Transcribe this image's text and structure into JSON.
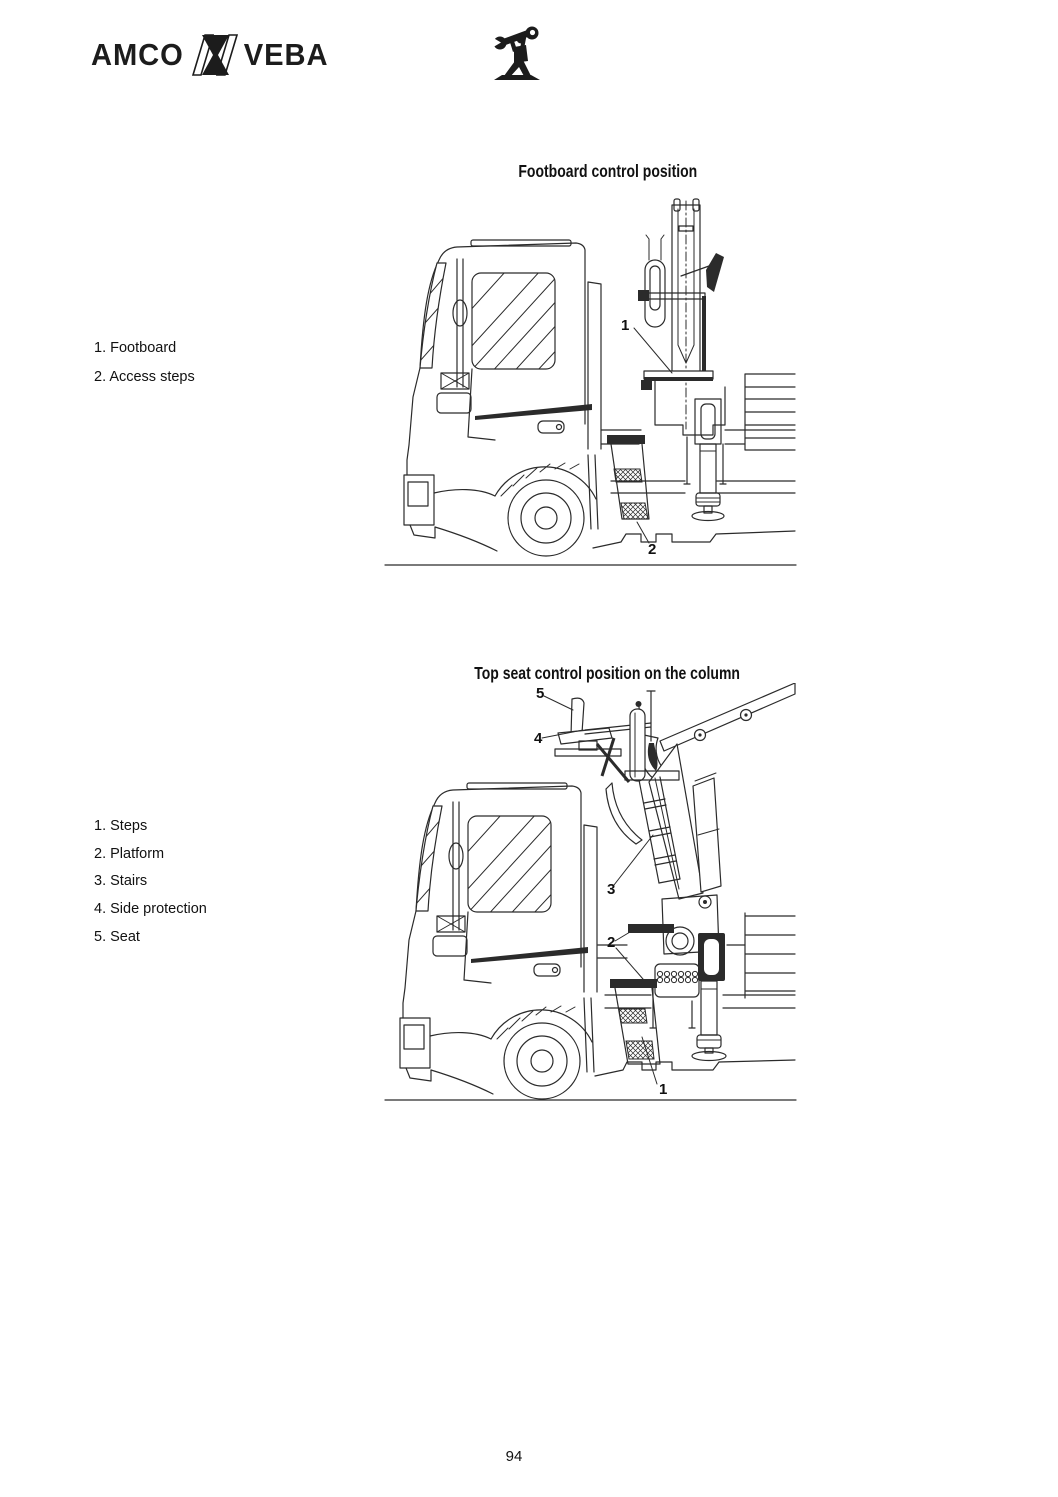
{
  "brand": {
    "name_left": "AMCO",
    "name_right": "VEBA"
  },
  "icons": {
    "brand_mark": "veba-x-emblem-icon",
    "header_icon": "mechanic-with-wrench-icon"
  },
  "figure1": {
    "title": "Footboard control position",
    "legend": [
      "1. Footboard",
      "2. Access steps"
    ],
    "callouts": {
      "n1": "1",
      "n2": "2"
    }
  },
  "figure2": {
    "title": "Top seat control position on the column",
    "legend": [
      "1. Steps",
      "2. Platform",
      "3. Stairs",
      "4. Side protection",
      "5. Seat"
    ],
    "callouts": {
      "n1": "1",
      "n2": "2",
      "n3": "3",
      "n4": "4",
      "n5": "5"
    }
  },
  "footer": {
    "page_number": "94"
  }
}
